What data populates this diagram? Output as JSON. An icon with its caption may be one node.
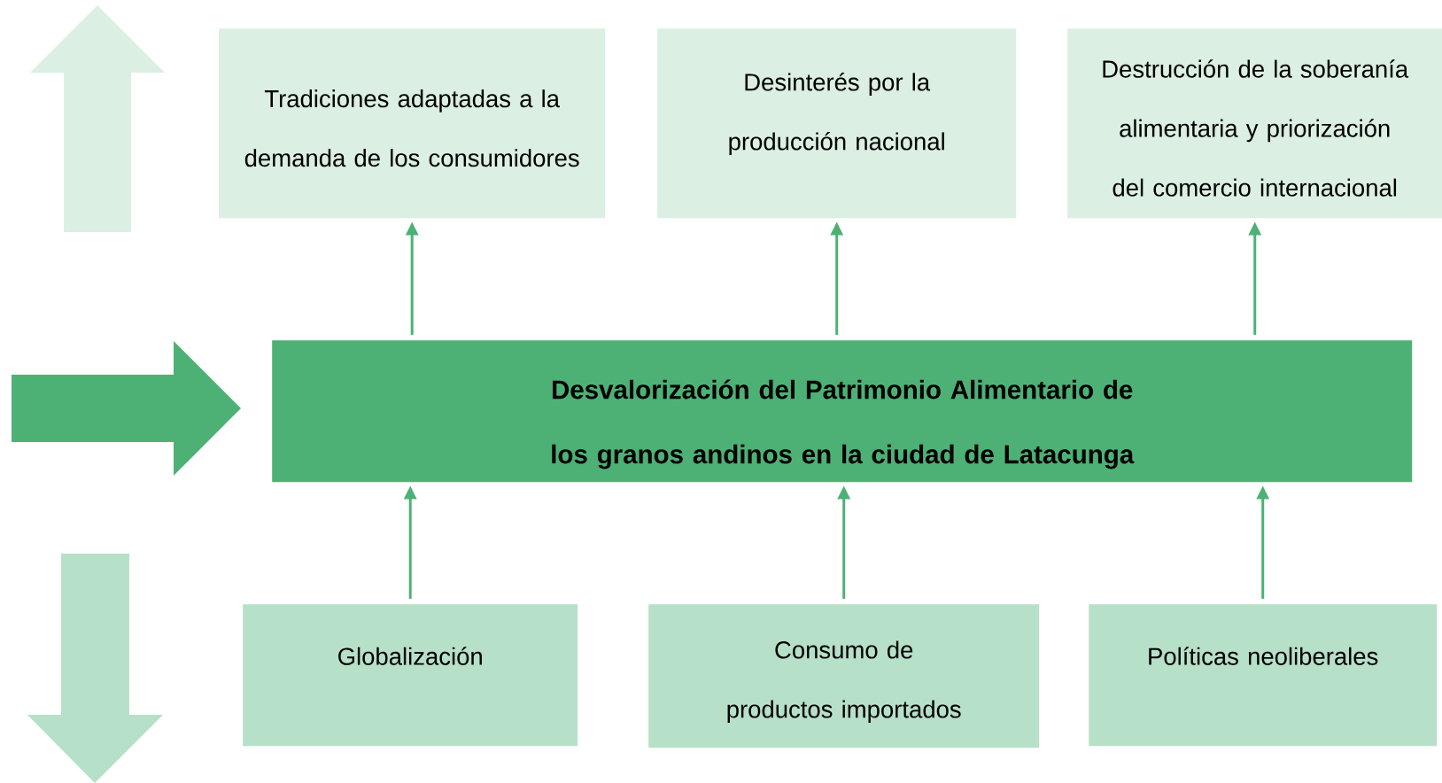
{
  "diagram": {
    "nodes": [
      {
        "text": [
          "Tradiciones adaptadas a la demanda de los consumidores"
        ]
      },
      {
        "text": [
          "Desinterés por la producción nacional"
        ]
      },
      {
        "text": [
          "Destrucción de la soberanía alimentaria y priorización del comercio internacional"
        ]
      },
      {
        "text": [
          "Desvalorización del Patrimonio Alimentario de los granos andinos en la ciudad de Latacunga"
        ]
      },
      {
        "text": [
          "Globalización"
        ]
      },
      {
        "text": [
          "Consumo de productos importados"
        ]
      },
      {
        "text": [
          "Políticas neoliberales"
        ]
      }
    ],
    "edges": [
      {
        "from": 3,
        "to": 0,
        "arrow": "to"
      },
      {
        "from": 3,
        "to": 1,
        "arrow": "to"
      },
      {
        "from": 3,
        "to": 2,
        "arrow": "to"
      },
      {
        "from": 4,
        "to": 3,
        "arrow": "to"
      },
      {
        "from": 5,
        "to": 3,
        "arrow": "to"
      },
      {
        "from": 6,
        "to": 3,
        "arrow": "to"
      }
    ]
  }
}
